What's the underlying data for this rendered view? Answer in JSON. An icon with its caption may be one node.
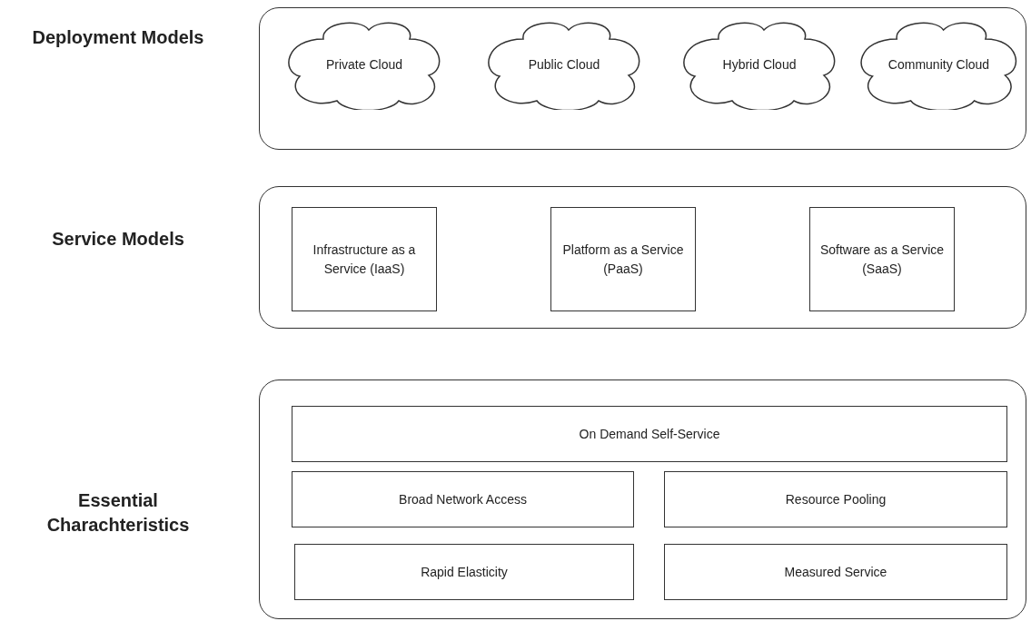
{
  "diagram": {
    "nodes": [
      {
        "text": [],
        "shape": "box"
      },
      {
        "text": [
          "Private Cloud"
        ],
        "in": 0
      },
      {
        "text": [
          "Public Cloud"
        ],
        "in": 0
      },
      {
        "text": [
          "Hybrid Cloud"
        ],
        "in": 0
      },
      {
        "text": [
          "Community Cloud"
        ],
        "in": 0
      },
      {
        "text": [],
        "shape": "box"
      },
      {
        "text": [
          "Infrastructure as a Service (IaaS)"
        ],
        "in": 5
      },
      {
        "text": [
          "Platform as a Service (PaaS)"
        ],
        "in": 5
      },
      {
        "text": [
          "Software as a Service (SaaS)"
        ],
        "in": 5
      },
      {
        "text": [],
        "shape": "box"
      },
      {
        "text": [
          "On Demand Self-Service"
        ],
        "in": 9
      },
      {
        "text": [
          "Broad Network Access"
        ],
        "in": 9
      },
      {
        "text": [
          "Resource Pooling"
        ],
        "in": 9
      },
      {
        "text": [
          "Rapid Elasticity"
        ],
        "in": 9
      },
      {
        "text": [
          "Measured Service"
        ],
        "in": 9
      }
    ],
    "edges": [],
    "labels": [
      "Deployment Models",
      "Service Models",
      "Essential Charachteristics"
    ]
  }
}
